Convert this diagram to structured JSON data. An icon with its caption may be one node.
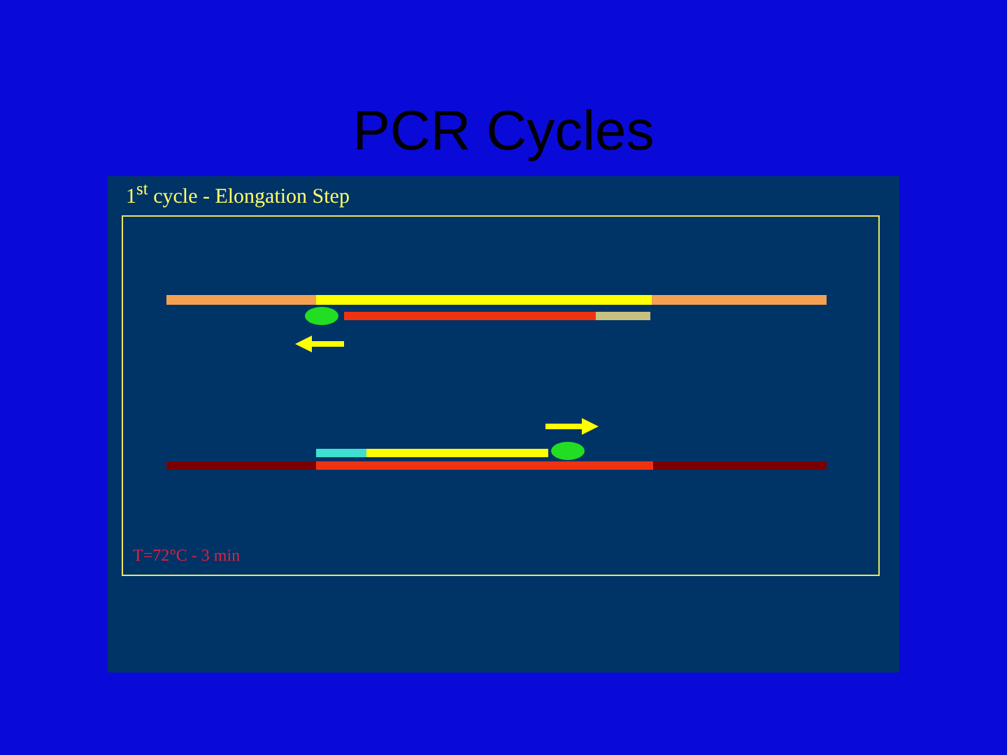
{
  "diagram": {
    "title": "PCR Cycles",
    "labels": [
      "1$^{st}$ cycle - Elongation Step",
      "T=72°C - 3 min"
    ]
  }
}
